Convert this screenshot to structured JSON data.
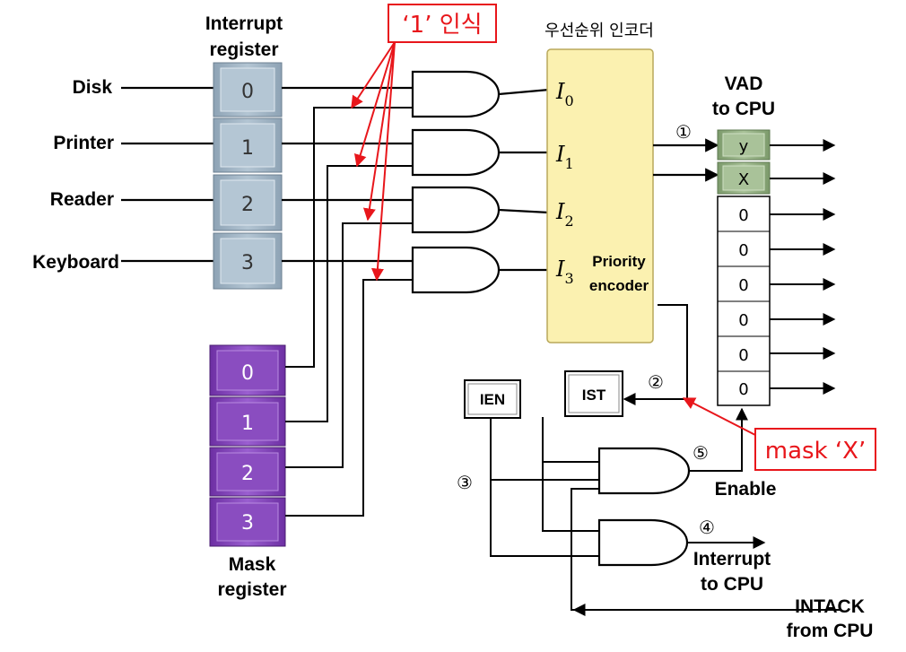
{
  "titles": {
    "interrupt_register": [
      "Interrupt",
      "register"
    ],
    "mask_register": [
      "Mask",
      "register"
    ],
    "priority_encoder_kr": "우선순위 인코더",
    "priority_encoder_en": [
      "Priority",
      "encoder"
    ],
    "vad": [
      "VAD",
      "to CPU"
    ]
  },
  "devices": [
    "Disk",
    "Printer",
    "Reader",
    "Keyboard"
  ],
  "interrupt_bits": [
    "0",
    "1",
    "2",
    "3"
  ],
  "mask_bits": [
    "0",
    "1",
    "2",
    "3"
  ],
  "encoder_inputs": [
    {
      "letter": "I",
      "sub": "0"
    },
    {
      "letter": "I",
      "sub": "1"
    },
    {
      "letter": "I",
      "sub": "2"
    },
    {
      "letter": "I",
      "sub": "3"
    }
  ],
  "vad_bits": [
    "y",
    "X",
    "0",
    "0",
    "0",
    "0",
    "0",
    "0"
  ],
  "flags": {
    "ien": "IEN",
    "ist": "IST"
  },
  "signals": {
    "enable": "Enable",
    "interrupt_to_cpu": [
      "Interrupt",
      "to CPU"
    ],
    "intack": [
      "INTACK",
      "from CPU"
    ]
  },
  "steps": [
    "①",
    "②",
    "③",
    "④",
    "⑤"
  ],
  "callouts": {
    "recognize": "‘1’ 인식",
    "mask": "mask ‘X’"
  },
  "colors": {
    "interrupt_reg": "#a9bccb",
    "mask_reg": "#8e4fc2",
    "encoder": "#fbf1b0",
    "vad_green": "#9cb78c",
    "callout_red": "#e8161b"
  }
}
